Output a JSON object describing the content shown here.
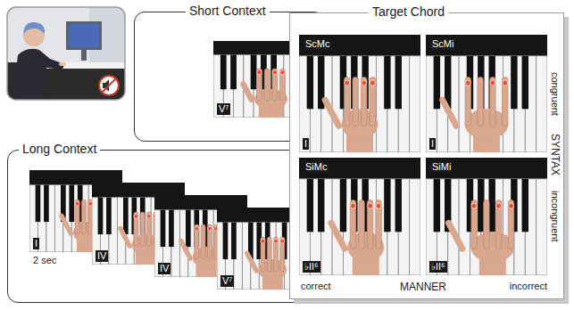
{
  "diagram": {
    "nodes": [
      {
        "text": [
          "Short Context"
        ]
      },
      {
        "text": [
          "V⁷"
        ],
        "in": 0
      },
      {
        "text": [
          "Long Context"
        ]
      },
      {
        "text": [
          "I",
          "2 sec"
        ],
        "in": 2
      },
      {
        "text": [
          "IV"
        ],
        "in": 2
      },
      {
        "text": [
          "IV"
        ],
        "in": 2
      },
      {
        "text": [
          "V⁷"
        ],
        "in": 2
      },
      {
        "text": [
          "Target Chord"
        ]
      },
      {
        "text": [
          "ScMc",
          "I"
        ],
        "in": 7
      },
      {
        "text": [
          "ScMi",
          "I"
        ],
        "in": 7
      },
      {
        "text": [
          "SiMc",
          "♭II⁶"
        ],
        "in": 7
      },
      {
        "text": [
          "SiMi",
          "♭II⁶"
        ],
        "in": 7
      }
    ],
    "labels": [
      "congruent",
      "SYNTAX",
      "incongruent",
      "correct",
      "MANNER",
      "incorrect"
    ]
  }
}
